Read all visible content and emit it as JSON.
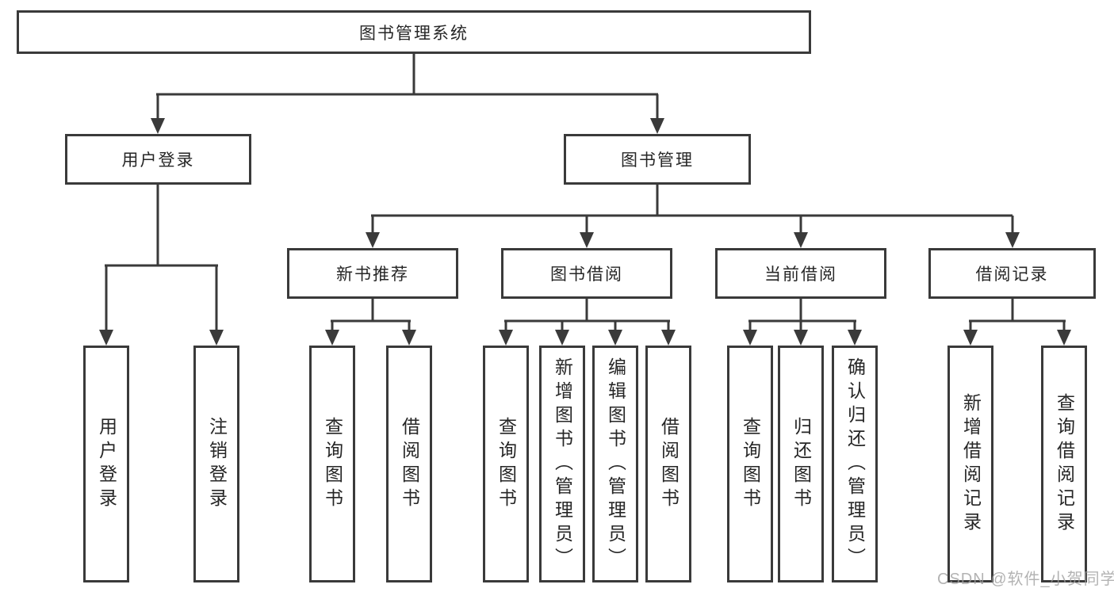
{
  "tree": {
    "label": "图书管理系统",
    "children": [
      {
        "label": "用户登录",
        "children": [
          {
            "label": "用户登录"
          },
          {
            "label": "注销登录"
          }
        ]
      },
      {
        "label": "图书管理",
        "children": [
          {
            "label": "新书推荐",
            "children": [
              {
                "label": "查询图书"
              },
              {
                "label": "借阅图书"
              }
            ]
          },
          {
            "label": "图书借阅",
            "children": [
              {
                "label": "查询图书"
              },
              {
                "label": "新增图书（管理员）"
              },
              {
                "label": "编辑图书（管理员）"
              },
              {
                "label": "借阅图书"
              }
            ]
          },
          {
            "label": "当前借阅",
            "children": [
              {
                "label": "查询图书"
              },
              {
                "label": "归还图书"
              },
              {
                "label": "确认归还（管理员）"
              }
            ]
          },
          {
            "label": "借阅记录",
            "children": [
              {
                "label": "新增借阅记录"
              },
              {
                "label": "查询借阅记录"
              }
            ]
          }
        ]
      }
    ]
  },
  "watermark": {
    "text": "CSDN @软件_小贺同学"
  },
  "colors": {
    "line": "#3a3a3a",
    "box_border": "#3a3a3a",
    "box_background": "#ffffff",
    "text": "#262626",
    "watermark": "#9e9e9e",
    "background": "#ffffff"
  }
}
